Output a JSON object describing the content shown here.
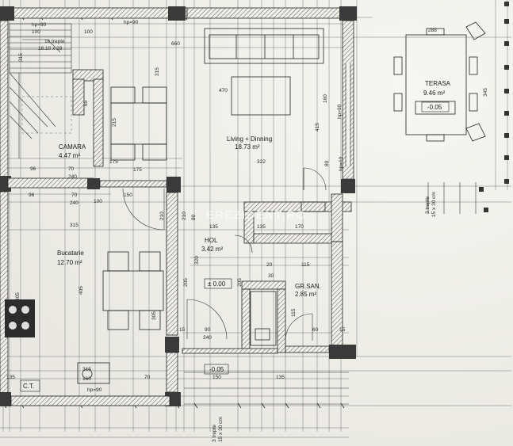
{
  "rooms": {
    "living": {
      "name": "Living + Dinning",
      "area": "18.73 m²"
    },
    "terrace": {
      "name": "TERASA",
      "area": "9.46 m²",
      "level": "-0.05"
    },
    "pantry": {
      "name": "CAMARA",
      "area": "4.47 m²"
    },
    "kitchen": {
      "name": "Bucatarie",
      "area": "12.70 m²"
    },
    "hall": {
      "name": "HOL",
      "area": "3.42 m²",
      "level": "± 0.00"
    },
    "bath": {
      "name": "GR.SAN.",
      "area": "2.85 m²"
    },
    "entry": {
      "level": "-0.05"
    },
    "ct": {
      "name": "C.T."
    }
  },
  "stairs": {
    "line1": "16 trepte",
    "line2": "16.10 x 28",
    "hp": "hp=90"
  },
  "terrace_steps": {
    "line1": "3 trepte",
    "line2": "15 x 30 cm"
  },
  "entry_steps": {
    "line1": "3 trepte",
    "line2": "15 x 30 cm"
  },
  "watermark": "EREZIDENT.RO",
  "dims": {
    "d100a": "100",
    "d100b": "100",
    "d660": "660",
    "d315top": "315",
    "d315left": "315",
    "d470": "470",
    "d415": "415",
    "d322": "322",
    "d175a": "175",
    "d175b": "175",
    "d70a": "70",
    "d240a": "240",
    "d96a": "96",
    "d96b": "96",
    "d70b": "70",
    "d240b": "240",
    "d315k": "315",
    "d150a": "150",
    "d210a": "210",
    "d210b": "210",
    "d80": "80",
    "d135a": "135",
    "d170": "170",
    "d135b": "135",
    "d320": "320",
    "d405a": "405",
    "d405b": "405",
    "d305": "305",
    "d205a": "205",
    "d205b": "205",
    "d115a": "115",
    "d115b": "115",
    "d90": "90",
    "d240c": "240",
    "d15a": "15",
    "d60": "60",
    "d15b": "15",
    "d315b": "315",
    "d160": "160",
    "d70c": "70",
    "d135c": "135",
    "d135d": "135",
    "d150b": "150",
    "d288": "288",
    "d345": "345",
    "d160b": "160",
    "d80b": "80",
    "hp10": "hp=10",
    "hp90a": "hp=90",
    "hp90b": "hp=90",
    "hp90c": "hp=90",
    "d65": "65",
    "d215": "215",
    "d30": "30",
    "d20": "20",
    "d100c": "100"
  }
}
